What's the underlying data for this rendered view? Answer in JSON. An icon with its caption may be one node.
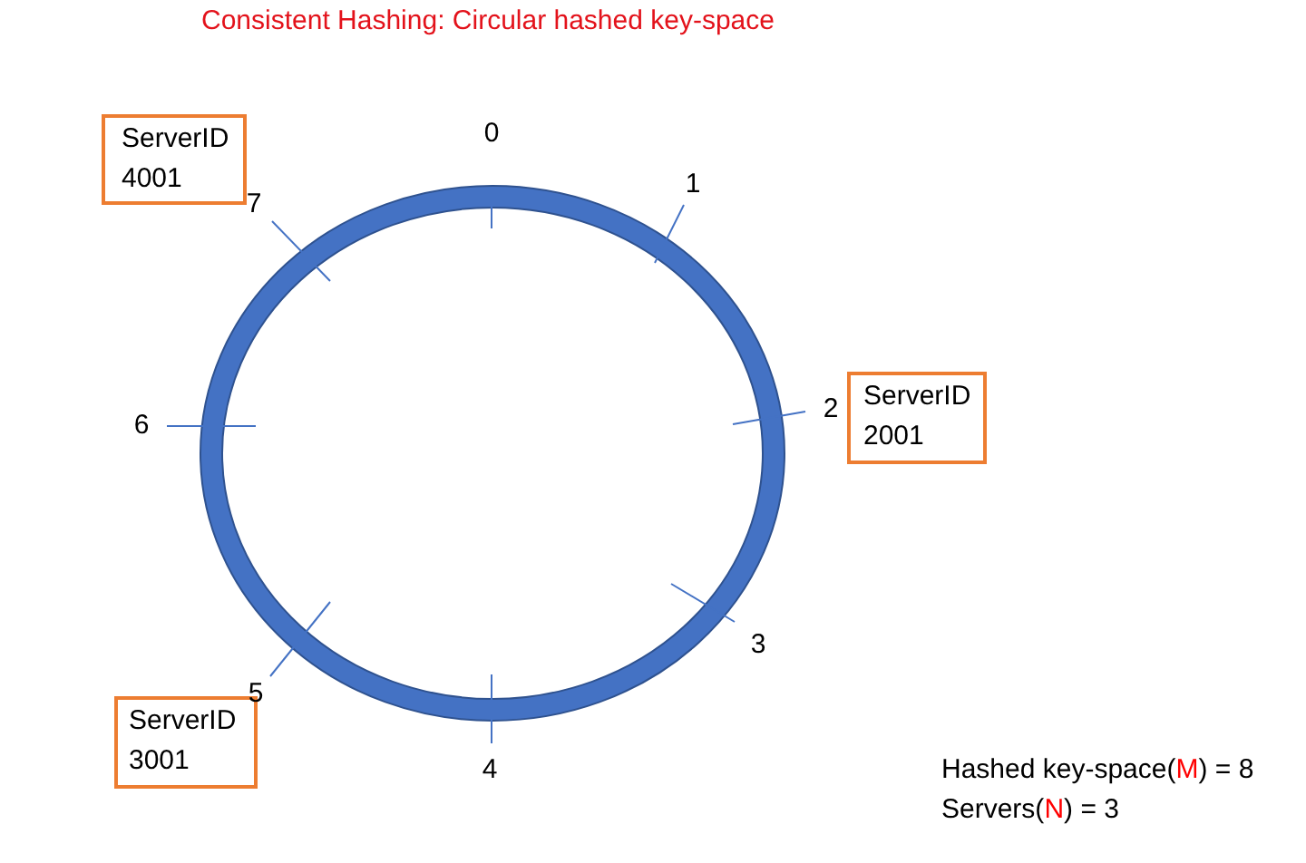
{
  "diagram": {
    "title": "Consistent Hashing: Circular hashed key-space",
    "nodes": [
      {
        "text": [
          "ServerID 4001"
        ]
      },
      {
        "text": [],
        "shape": "circle"
      },
      {
        "text": [
          "ServerID 2001"
        ]
      },
      {
        "text": [
          "ServerID 3001"
        ]
      }
    ],
    "labels": [
      "0",
      "1",
      "2",
      "3",
      "4",
      "5",
      "6",
      "7",
      "Hashed key-space(M) = 8",
      "Servers(N) = 3"
    ]
  }
}
